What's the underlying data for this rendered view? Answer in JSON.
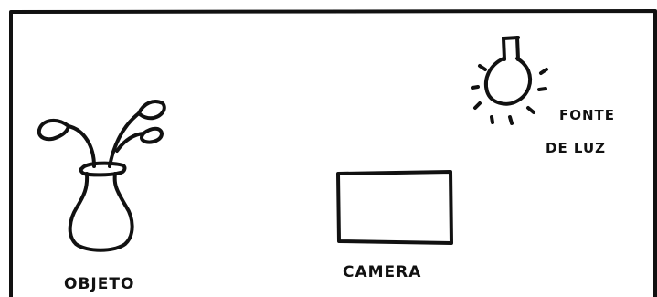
{
  "labels": {
    "object": "OBJETO",
    "camera": "CAMERA",
    "light_line1": "FONTE",
    "light_line2": "DE LUZ"
  },
  "colors": {
    "ink": "#111111",
    "background": "#ffffff"
  }
}
